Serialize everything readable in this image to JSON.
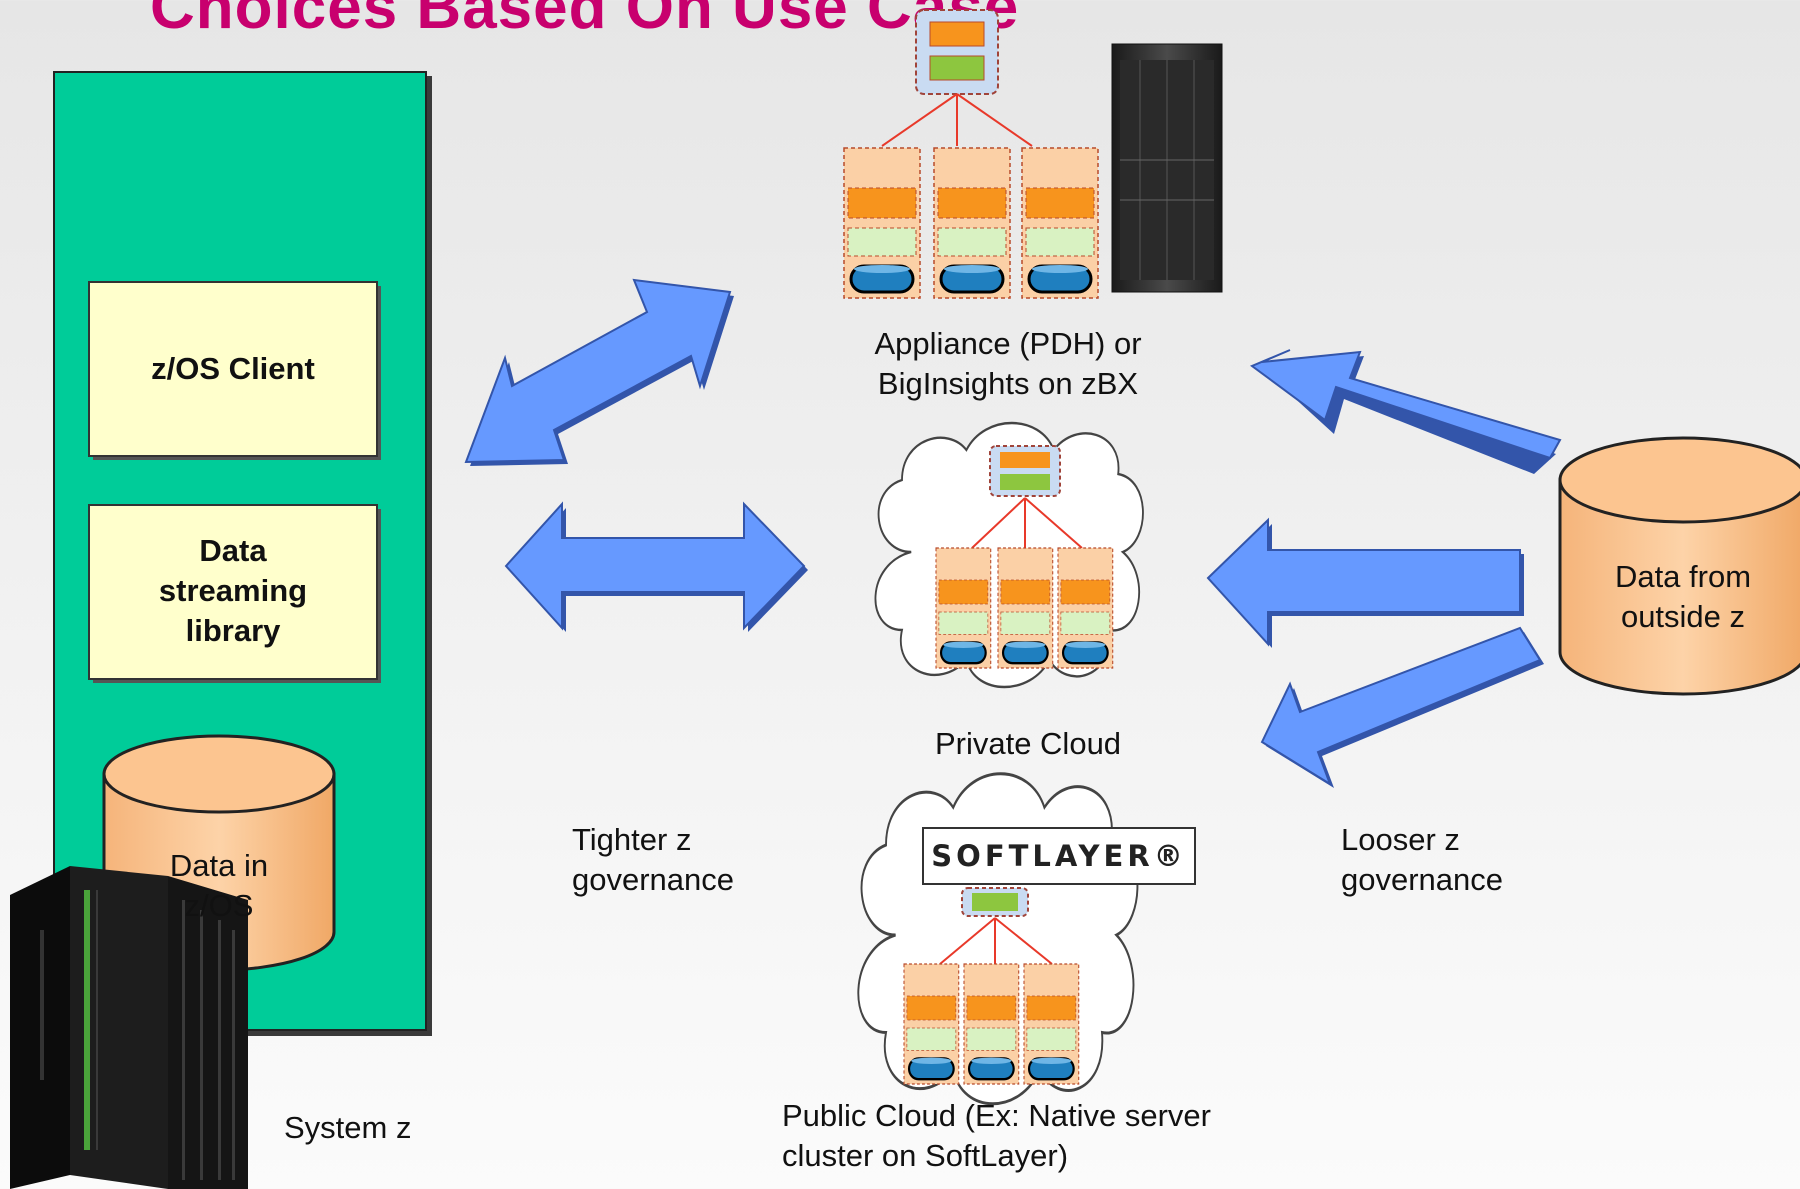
{
  "title": "Choices Based On Use Case",
  "system_z": {
    "client_label": "z/OS Client",
    "streaming_label": [
      "Data",
      "streaming",
      "library"
    ],
    "data_label": [
      "Data in",
      "z/OS"
    ],
    "caption": "System z"
  },
  "appliance": {
    "caption": [
      "Appliance (PDH) or",
      "BigInsights on zBX"
    ]
  },
  "private_cloud": {
    "caption": "Private Cloud"
  },
  "public_cloud": {
    "caption": [
      "Public Cloud (Ex: Native server",
      "cluster on SoftLayer)"
    ],
    "logo_text": "SOFTLAYER®"
  },
  "outside": {
    "data_label": [
      "Data from",
      "outside z"
    ]
  },
  "governance": {
    "tighter": [
      "Tighter z",
      "governance"
    ],
    "looser": [
      "Looser z",
      "governance"
    ]
  },
  "colors": {
    "title": "#c8006e",
    "system_z_panel": "#00cc99",
    "box_fill": "#ffffcc",
    "cylinder_fill": "#fbc58f",
    "arrow_fill": "#6699ff",
    "node_fill": "#fbd0a6",
    "node_orange": "#f7941d",
    "node_green": "#8dc63f",
    "node_lightgreen": "#d9f2c2",
    "disk_blue": "#1f7fbf",
    "connector_red": "#e8392a"
  }
}
